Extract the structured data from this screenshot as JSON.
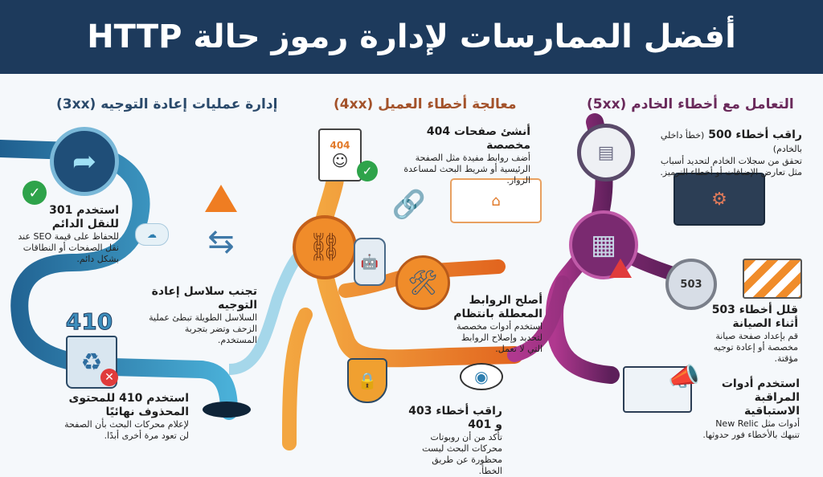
{
  "title": "أفضل الممارسات لإدارة رموز حالة HTTP",
  "colors": {
    "header": "#1d3a5c",
    "redirect": "#2f7fb0",
    "client": "#f0922c",
    "server": "#8e2f7e"
  },
  "sections": [
    {
      "title": "إدارة عمليات إعادة التوجيه (3xx)",
      "color": "#2b4a6b",
      "items": [
        {
          "title": "استخدم 301 للنقل الدائم",
          "desc": "للحفاظ على قيمة SEO عند نقل الصفحات أو النطاقات بشكل دائم.",
          "icon": "redirect-arrow-icon"
        },
        {
          "title": "تجنب سلاسل إعادة التوجيه",
          "desc": "السلاسل الطويلة تبطئ عملية الزحف وتضر بتجربة المستخدم.",
          "icon": "tangled-arrows-icon"
        },
        {
          "title": "استخدم 410 للمحتوى المحذوف نهائيًا",
          "desc": "لإعلام محركات البحث بأن الصفحة لن تعود مرة أخرى أبدًا.",
          "icon": "recycle-bin-icon",
          "badge": "410"
        }
      ]
    },
    {
      "title": "معالجة أخطاء العميل (4xx)",
      "color": "#a3522a",
      "items": [
        {
          "title": "أنشئ صفحات 404 مخصصة",
          "desc": "أضف روابط مفيدة مثل الصفحة الرئيسية أو شريط البحث لمساعدة الزوار.",
          "icon": "smiley-page-icon",
          "badge": "404"
        },
        {
          "title": "أصلح الروابط المعطلة بانتظام",
          "desc": "استخدم أدوات مخصصة لتحديد وإصلاح الروابط التي لا تعمل.",
          "icon": "wrench-screwdriver-icon"
        },
        {
          "title": "راقب أخطاء 403 و 401",
          "desc": "تأكد من أن روبوتات محركات البحث ليست محظورة عن طريق الخطأ.",
          "icon": "shield-eye-icon"
        }
      ]
    },
    {
      "title": "التعامل مع أخطاء الخادم (5xx)",
      "color": "#6a2a5b",
      "items": [
        {
          "title": "راقب أخطاء 500",
          "title_note": "(خطأ داخلي بالخادم)",
          "desc": "تحقق من سجلات الخادم لتحديد أسباب مثل تعارض الإضافات أو أخطاء الترميز.",
          "icon": "magnifier-server-icon"
        },
        {
          "title": "قلل أخطاء 503 أثناء الصيانة",
          "desc": "قم بإعداد صفحة صيانة مخصصة أو إعادة توجيه مؤقتة.",
          "icon": "barrier-gear-icon",
          "badge": "503"
        },
        {
          "title": "استخدم أدوات المراقبة الاستباقية",
          "desc": "أدوات مثل New Relic تنبهك بالأخطاء فور حدوثها.",
          "icon": "megaphone-dashboard-icon"
        }
      ]
    }
  ]
}
